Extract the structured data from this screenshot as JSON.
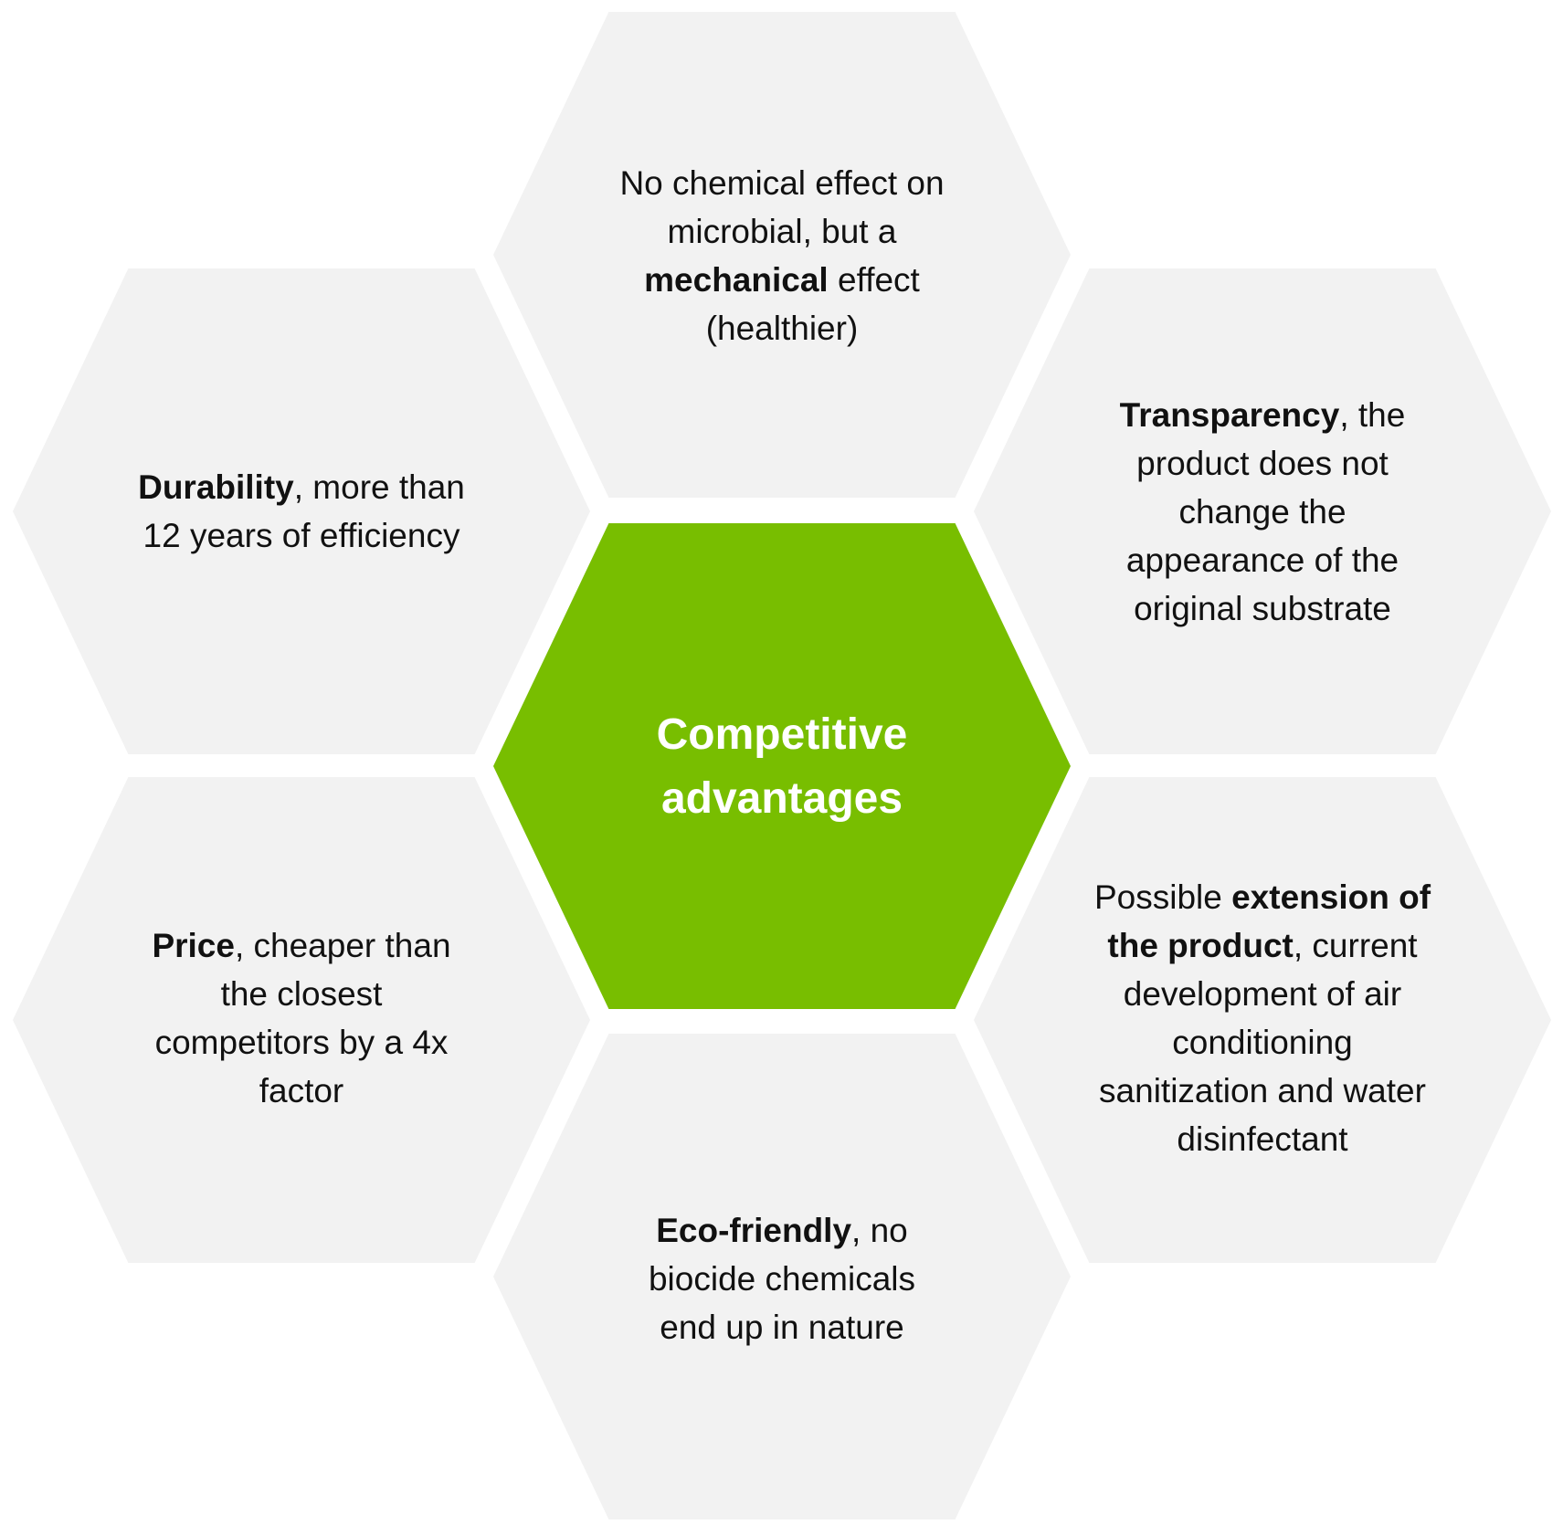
{
  "colors": {
    "outer_fill": "#f2f2f2",
    "center_fill": "#78be00",
    "text_dark": "#111111",
    "text_light": "#ffffff"
  },
  "center": {
    "line1": "Competitive",
    "line2": "advantages"
  },
  "top": {
    "part1": "No chemical effect on microbial, but a ",
    "bold": "mechanical",
    "part2": " effect (healthier)"
  },
  "upper_left": {
    "bold": "Durability",
    "part1": ", more than 12 years of efficiency"
  },
  "upper_right": {
    "bold": "Transparency",
    "part1": ", the product does not change the appearance of the original substrate"
  },
  "lower_left": {
    "bold": "Price",
    "part1": ", cheaper than the closest competitors by a 4x factor"
  },
  "lower_right": {
    "part0": "Possible ",
    "bold": "extension of the product",
    "part1": ", current development of air conditioning sanitization and water disinfectant"
  },
  "bottom": {
    "bold": "Eco-friendly",
    "part1": ", no biocide chemicals end up in nature"
  }
}
